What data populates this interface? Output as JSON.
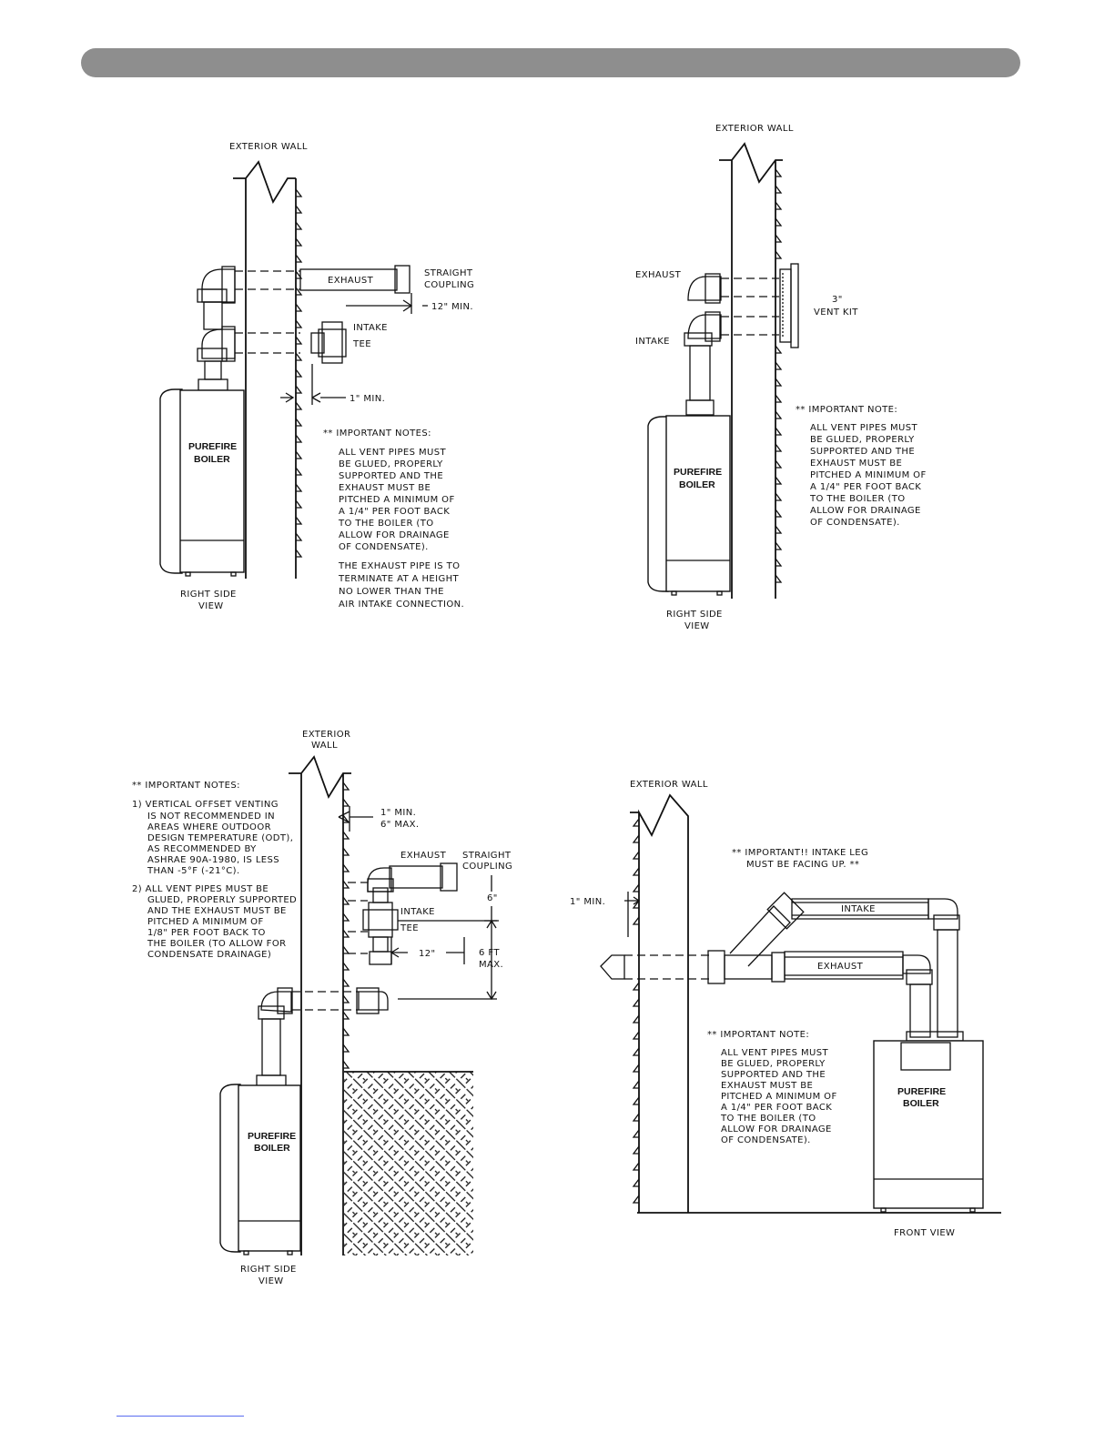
{
  "header_bar": {
    "color": "#8e8e8e"
  },
  "fig1": {
    "wall_label": "EXTERIOR WALL",
    "exhaust": "EXHAUST",
    "straight_coupling_1": "STRAIGHT",
    "straight_coupling_2": "COUPLING",
    "min12": "12\" MIN.",
    "intake": "INTAKE",
    "tee": "TEE",
    "min1": "1\" MIN.",
    "notes_title": "** IMPORTANT NOTES:",
    "notes": [
      "ALL VENT PIPES MUST",
      "BE GLUED, PROPERLY",
      "SUPPORTED AND THE",
      "EXHAUST MUST BE",
      "PITCHED A MINIMUM OF",
      "A 1/4\" PER FOOT BACK",
      "TO THE BOILER (TO",
      "ALLOW FOR DRAINAGE",
      "OF CONDENSATE)."
    ],
    "notes2": [
      "THE EXHAUST PIPE IS TO",
      "TERMINATE AT A HEIGHT",
      "NO LOWER THAN THE",
      "AIR INTAKE CONNECTION."
    ],
    "boiler_1": "PUREFIRE",
    "boiler_2": "BOILER",
    "view_1": "RIGHT SIDE",
    "view_2": "VIEW"
  },
  "fig2": {
    "wall_label": "EXTERIOR WALL",
    "exhaust": "EXHAUST",
    "intake": "INTAKE",
    "kit_1": "3\"",
    "kit_2": "VENT KIT",
    "notes_title": "** IMPORTANT NOTE:",
    "notes": [
      "ALL VENT PIPES MUST",
      "BE GLUED, PROPERLY",
      "SUPPORTED AND THE",
      "EXHAUST MUST BE",
      "PITCHED A MINIMUM OF",
      "A 1/4\" PER FOOT BACK",
      "TO THE BOILER (TO",
      "ALLOW FOR DRAINAGE",
      "OF CONDENSATE)."
    ],
    "boiler_1": "PUREFIRE",
    "boiler_2": "BOILER",
    "view_1": "RIGHT SIDE",
    "view_2": "VIEW"
  },
  "fig3": {
    "wall_1": "EXTERIOR",
    "wall_2": "WALL",
    "notes_title": "** IMPORTANT NOTES:",
    "note1": [
      "1) VERTICAL OFFSET VENTING",
      "IS NOT RECOMMENDED IN",
      "AREAS WHERE OUTDOOR",
      "DESIGN TEMPERATURE (ODT),",
      "AS RECOMMENDED BY",
      "ASHRAE 90A-1980, IS LESS",
      "THAN -5°F (-21°C)."
    ],
    "note2": [
      "2) ALL VENT PIPES MUST BE",
      "GLUED, PROPERLY SUPPORTED",
      "AND THE EXHAUST MUST BE",
      "PITCHED A MINIMUM OF",
      "1/8\" PER FOOT BACK TO",
      "THE BOILER (TO ALLOW FOR",
      "CONDENSATE DRAINAGE)"
    ],
    "min_1": "1\" MIN.",
    "max_6": "6\" MAX.",
    "exhaust": "EXHAUST",
    "straight_coupling_1": "STRAIGHT",
    "straight_coupling_2": "COUPLING",
    "six": "6\"",
    "intake": "INTAKE",
    "tee": "TEE",
    "twelve": "12\"",
    "ft_1": "6 FT",
    "ft_2": "MAX.",
    "boiler_1": "PUREFIRE",
    "boiler_2": "BOILER",
    "view_1": "RIGHT SIDE",
    "view_2": "VIEW"
  },
  "fig4": {
    "wall_label": "EXTERIOR WALL",
    "important_1": "** IMPORTANT!!  INTAKE LEG",
    "important_2": "MUST BE FACING UP. **",
    "min1": "1\" MIN.",
    "intake": "INTAKE",
    "exhaust": "EXHAUST",
    "notes_title": "** IMPORTANT NOTE:",
    "notes": [
      "ALL VENT PIPES MUST",
      "BE GLUED, PROPERLY",
      "SUPPORTED AND THE",
      "EXHAUST MUST BE",
      "PITCHED A MINIMUM OF",
      "A 1/4\" PER FOOT BACK",
      "TO THE BOILER (TO",
      "ALLOW FOR DRAINAGE",
      "OF CONDENSATE)."
    ],
    "boiler_1": "PUREFIRE",
    "boiler_2": "BOILER",
    "view": "FRONT VIEW"
  }
}
